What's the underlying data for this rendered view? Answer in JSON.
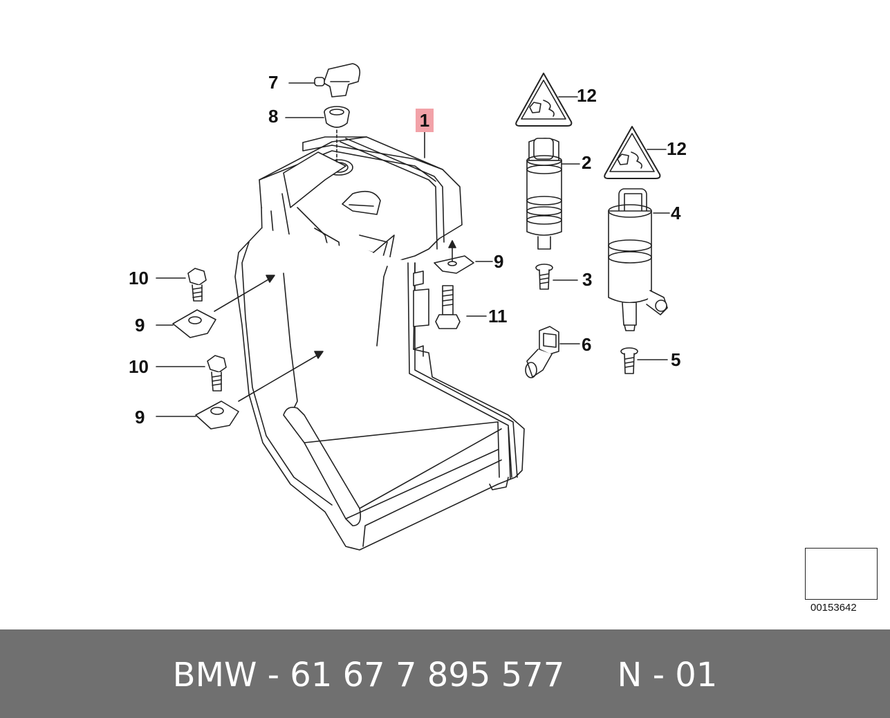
{
  "callouts": {
    "c1": "1",
    "c2": "2",
    "c3": "3",
    "c4": "4",
    "c5": "5",
    "c6": "6",
    "c7": "7",
    "c8": "8",
    "c9a": "9",
    "c9b": "9",
    "c9c": "9",
    "c10a": "10",
    "c10b": "10",
    "c11": "11",
    "c12a": "12",
    "c12b": "12"
  },
  "reference_number": "00153642",
  "footer": {
    "part_line": "BMW - 61 67 7 895 577     N - 01"
  },
  "colors": {
    "footer_bg": "#707070",
    "highlight": "#f2a2a8",
    "line": "#222222"
  }
}
